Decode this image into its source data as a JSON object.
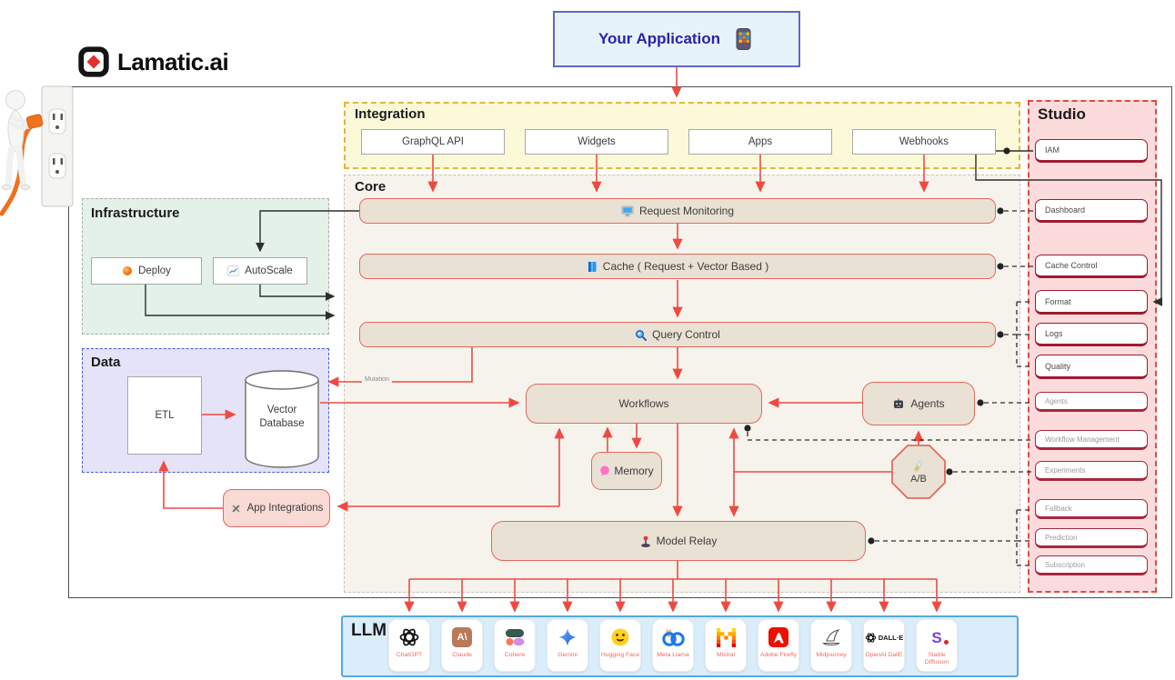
{
  "logo": {
    "brand": "Lamatic.ai"
  },
  "app_box": {
    "label": "Your Application"
  },
  "integration": {
    "title": "Integration",
    "items": [
      "GraphQL API",
      "Widgets",
      "Apps",
      "Webhooks"
    ]
  },
  "core": {
    "title": "Core",
    "request_monitoring": "Request Monitoring",
    "cache": "Cache ( Request + Vector Based )",
    "query_control": "Query Control",
    "workflows": "Workflows",
    "memory": "Memory",
    "agents": "Agents",
    "ab_test": "A/B",
    "model_relay": "Model Relay",
    "app_integrations": "App Integrations",
    "mutation_label": "Mutation"
  },
  "infrastructure": {
    "title": "Infrastructure",
    "deploy": "Deploy",
    "autoscale": "AutoScale"
  },
  "data_panel": {
    "title": "Data",
    "etl": "ETL",
    "vector_db": "Vector Database"
  },
  "studio": {
    "title": "Studio",
    "items": [
      {
        "label": "IAM"
      },
      {
        "label": "Dashboard"
      },
      {
        "label": "Cache Control"
      },
      {
        "label": "Format"
      },
      {
        "label": "Logs"
      },
      {
        "label": "Quality"
      },
      {
        "label": "Agents"
      },
      {
        "label": "Workflow Management"
      },
      {
        "label": "Experiments"
      },
      {
        "label": "Fallback"
      },
      {
        "label": "Prediction"
      },
      {
        "label": "Subscription"
      }
    ]
  },
  "llm": {
    "title": "LLM",
    "claude_glyph": "A\\",
    "dalle_logo_text": "DALL·E",
    "sd_glyph": "S",
    "providers": [
      "ChatGPT",
      "Claude",
      "Cohere",
      "Gemini",
      "Hugging Face",
      "Meta Llama",
      "Mistral",
      "Adobe Firefly",
      "Midjourney",
      "OpenAI DallE",
      "Stable Diffusion"
    ]
  },
  "colors": {
    "red_line": "#ef4a41",
    "black_line": "#2e2e2e",
    "core_fill": "#e9e1d4",
    "studio_border": "#9e1b32",
    "llm_border": "#56a8e0"
  }
}
